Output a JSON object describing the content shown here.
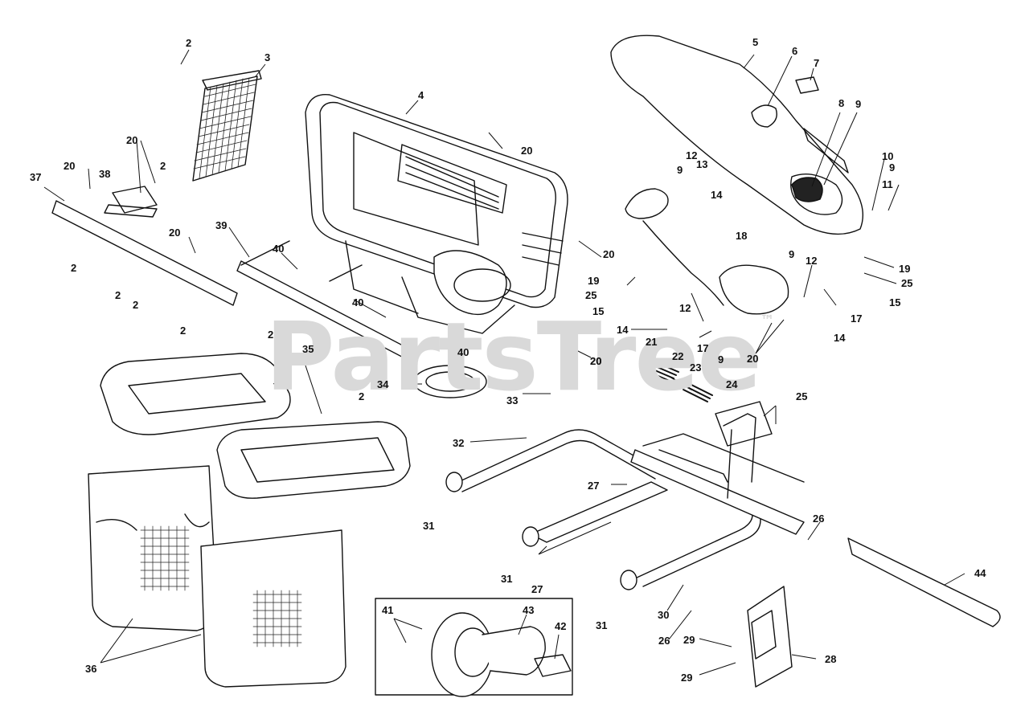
{
  "watermark": {
    "text": "PartsTree",
    "mark": "™"
  },
  "parts": [
    {
      "num": "2"
    },
    {
      "num": "3"
    },
    {
      "num": "4"
    },
    {
      "num": "5"
    },
    {
      "num": "6"
    },
    {
      "num": "7"
    },
    {
      "num": "8"
    },
    {
      "num": "9"
    },
    {
      "num": "2"
    },
    {
      "num": "20"
    },
    {
      "num": "20"
    },
    {
      "num": "38"
    },
    {
      "num": "37"
    },
    {
      "num": "20"
    },
    {
      "num": "2"
    },
    {
      "num": "20"
    },
    {
      "num": "39"
    },
    {
      "num": "2"
    },
    {
      "num": "2"
    },
    {
      "num": "2"
    },
    {
      "num": "40"
    },
    {
      "num": "40"
    },
    {
      "num": "2"
    },
    {
      "num": "40"
    },
    {
      "num": "2"
    },
    {
      "num": "34"
    },
    {
      "num": "35"
    },
    {
      "num": "33"
    },
    {
      "num": "32"
    },
    {
      "num": "20"
    },
    {
      "num": "12"
    },
    {
      "num": "13"
    },
    {
      "num": "9"
    },
    {
      "num": "14"
    },
    {
      "num": "10"
    },
    {
      "num": "9"
    },
    {
      "num": "11"
    },
    {
      "num": "18"
    },
    {
      "num": "9"
    },
    {
      "num": "12"
    },
    {
      "num": "19"
    },
    {
      "num": "25"
    },
    {
      "num": "15"
    },
    {
      "num": "20"
    },
    {
      "num": "19"
    },
    {
      "num": "25"
    },
    {
      "num": "15"
    },
    {
      "num": "12"
    },
    {
      "num": "14"
    },
    {
      "num": "17"
    },
    {
      "num": "17"
    },
    {
      "num": "14"
    },
    {
      "num": "9"
    },
    {
      "num": "20"
    },
    {
      "num": "21"
    },
    {
      "num": "22"
    },
    {
      "num": "23"
    },
    {
      "num": "20"
    },
    {
      "num": "24"
    },
    {
      "num": "25"
    },
    {
      "num": "27"
    },
    {
      "num": "31"
    },
    {
      "num": "31"
    },
    {
      "num": "27"
    },
    {
      "num": "31"
    },
    {
      "num": "26"
    },
    {
      "num": "44"
    },
    {
      "num": "30"
    },
    {
      "num": "26"
    },
    {
      "num": "29"
    },
    {
      "num": "28"
    },
    {
      "num": "29"
    },
    {
      "num": "41"
    },
    {
      "num": "43"
    },
    {
      "num": "42"
    },
    {
      "num": "36"
    }
  ]
}
